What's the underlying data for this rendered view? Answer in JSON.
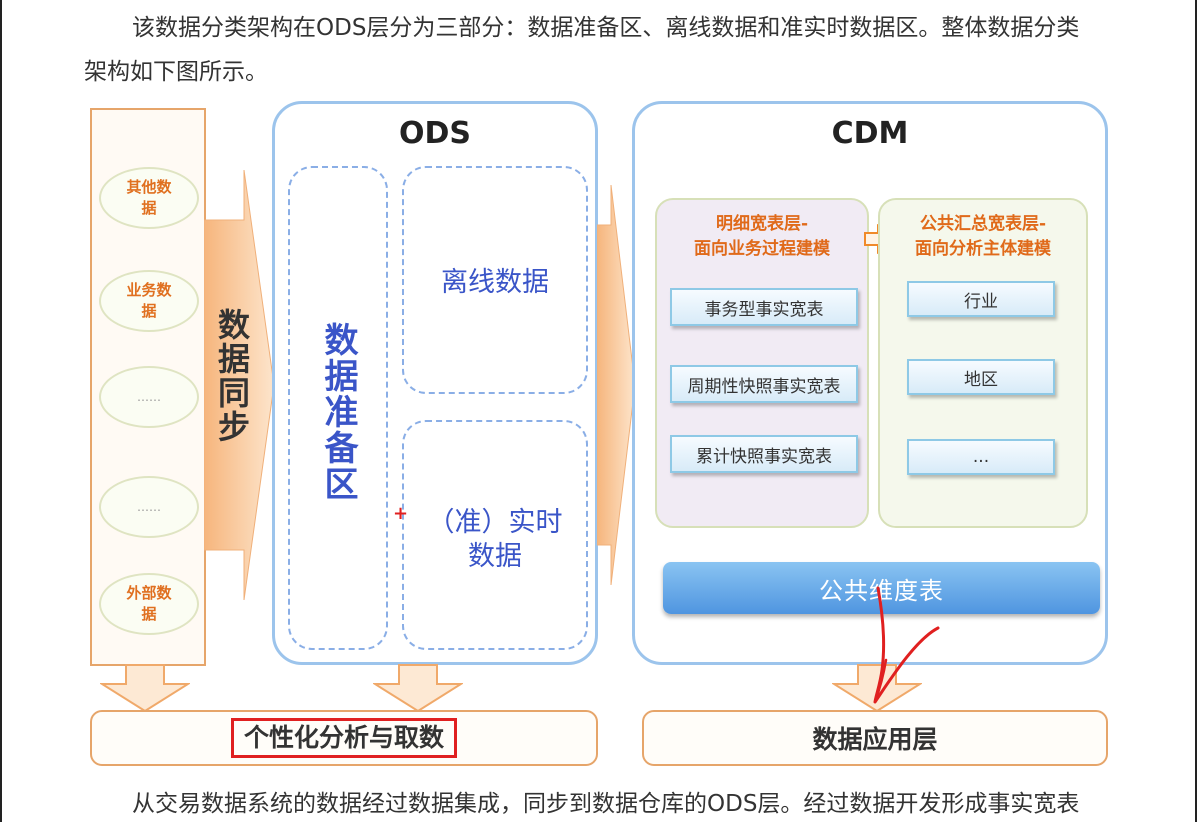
{
  "paragraph_top": {
    "line1": "该数据分类架构在ODS层分为三部分：数据准备区、离线数据和准实时数据区。整体数据分类",
    "line2": "架构如下图所示。"
  },
  "sources": {
    "items": [
      {
        "label": "其他数据"
      },
      {
        "label": "业务数据"
      },
      {
        "label": "……"
      },
      {
        "label": "……"
      },
      {
        "label": "外部数据"
      }
    ]
  },
  "sync": {
    "label": "数据同步"
  },
  "ods": {
    "title": "ODS",
    "prep_area": "数据准备区",
    "offline": "离线数据",
    "realtime_line1": "（准）实时",
    "realtime_line2": "数据"
  },
  "cdm": {
    "title": "CDM",
    "detail": {
      "title_line1": "明细宽表层-",
      "title_line2": "面向业务过程建模",
      "tables": [
        "事务型事实宽表",
        "周期性快照事实宽表",
        "累计快照事实宽表"
      ]
    },
    "summary": {
      "title_line1": "公共汇总宽表层-",
      "title_line2": "面向分析主体建模",
      "tables": [
        "行业",
        "地区",
        "..."
      ]
    },
    "dimension": "公共维度表"
  },
  "bottom": {
    "personal": "个性化分析与取数",
    "app": "数据应用层"
  },
  "paragraph_bottom": "从交易数据系统的数据经过数据集成，同步到数据仓库的ODS层。经过数据开发形成事实宽表",
  "colors": {
    "orange_border": "#e6a56a",
    "blue_border": "#9cc4ec",
    "blue_text": "#3a55c8",
    "orange_text": "#e06a1a",
    "annotation_red": "#e02020"
  }
}
